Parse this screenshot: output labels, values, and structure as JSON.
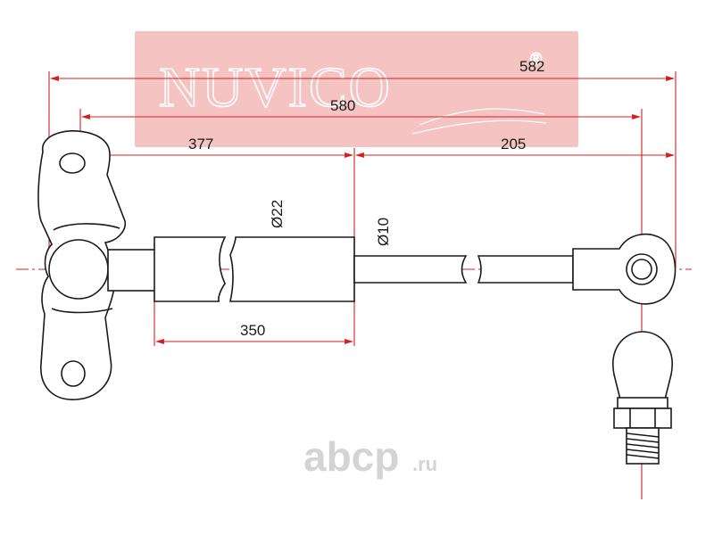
{
  "logo": {
    "text": "NUVICO",
    "registered_mark": "®",
    "background_color": "#f5b8b8"
  },
  "watermark": {
    "brand": "abcp",
    "suffix": ".ru"
  },
  "dimensions": {
    "total_length": "582",
    "eye_to_eye": "580",
    "body_section": "377",
    "rod_section": "205",
    "cylinder_length": "350",
    "cylinder_diameter": "Ø22",
    "rod_diameter": "Ø10"
  },
  "colors": {
    "dimension_lines": "#d42020",
    "outline": "#1a1a1a"
  }
}
